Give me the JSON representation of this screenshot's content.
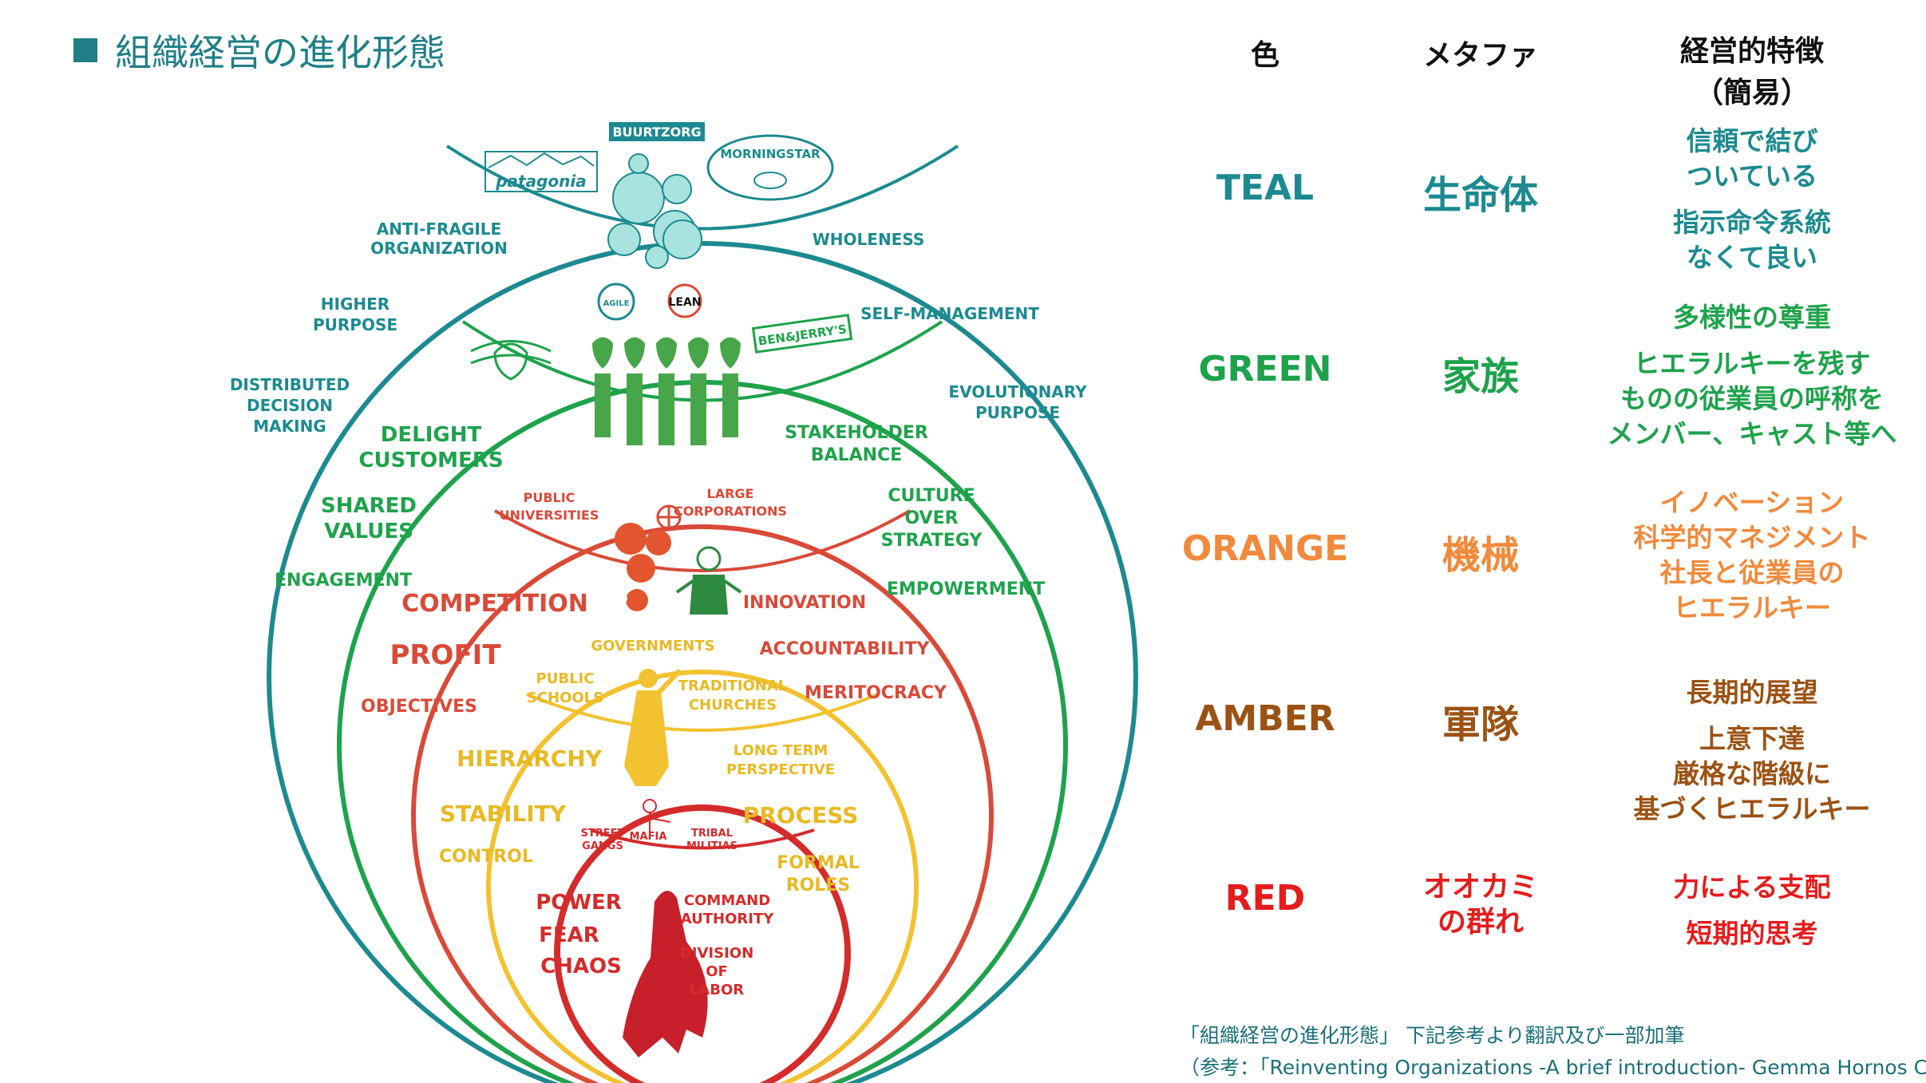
{
  "title": "組織経営の進化形態",
  "colors": {
    "teal": "#1c8a90",
    "green": "#1ea24c",
    "orange": "#f08a3c",
    "amber": "#9b5213",
    "red": "#e41c1c",
    "yellow": "#f2c230",
    "redcircle": "#d94a38"
  },
  "table": {
    "headers": {
      "color": "色",
      "metaphor": "メタファ",
      "features_line1": "経営的特徴",
      "features_line2": "（簡易）"
    },
    "rows": {
      "teal": {
        "name": "TEAL",
        "metaphor": "生命体",
        "f1": "信頼で結び",
        "f2": "ついている",
        "f3": "指示命令系統",
        "f4": "なくて良い"
      },
      "green": {
        "name": "GREEN",
        "metaphor": "家族",
        "f1": "多様性の尊重",
        "f2": "ヒエラルキーを残す",
        "f3": "ものの従業員の呼称を",
        "f4": "メンバー、キャスト等へ"
      },
      "orange": {
        "name": "ORANGE",
        "metaphor": "機械",
        "f1": "イノベーション",
        "f2": "科学的マネジメント",
        "f3": "社長と従業員の",
        "f4": "ヒエラルキー"
      },
      "amber": {
        "name": "AMBER",
        "metaphor": "軍隊",
        "f1": "長期的展望",
        "f2": "上意下達",
        "f3": "厳格な階級に",
        "f4": "基づくヒエラルキー"
      },
      "red": {
        "name": "RED",
        "metaphor1": "オオカミ",
        "metaphor2": "の群れ",
        "f1": "力による支配",
        "f2": "短期的思考"
      }
    }
  },
  "footnote": {
    "line1": "「組織経営の進化形態」 下記参考より翻訳及び一部加筆",
    "line2": "（参考：「Reinventing Organizations -A brief introduction- Gemma Hornos Cirera」）"
  },
  "diagram": {
    "logos": {
      "buurtzorg": "BUURTZORG",
      "patagonia": "patagonia",
      "morningstar": "MORNINGSTAR",
      "agile": "AGILE",
      "lean": "LEAN",
      "benjerrys": "BEN&JERRY'S"
    },
    "teal": {
      "anti_fragile1": "ANTI-FRAGILE",
      "anti_fragile2": "ORGANIZATION",
      "wholeness": "WHOLENESS",
      "higher1": "HIGHER",
      "higher2": "PURPOSE",
      "selfman": "SELF-MANAGEMENT",
      "dist1": "DISTRIBUTED",
      "dist2": "DECISION",
      "dist3": "MAKING",
      "evo1": "EVOLUTIONARY",
      "evo2": "PURPOSE"
    },
    "green": {
      "delight1": "DELIGHT",
      "delight2": "CUSTOMERS",
      "stake1": "STAKEHOLDER",
      "stake2": "BALANCE",
      "shared1": "SHARED",
      "shared2": "VALUES",
      "culture1": "CULTURE",
      "culture2": "OVER",
      "culture3": "STRATEGY",
      "engagement": "ENGAGEMENT",
      "empowerment": "EMPOWERMENT"
    },
    "orange": {
      "pubuni1": "PUBLIC",
      "pubuni2": "UNIVERSITIES",
      "large1": "LARGE",
      "large2": "CORPORATIONS",
      "competition": "COMPETITION",
      "innovation": "INNOVATION",
      "profit": "PROFIT",
      "accountability": "ACCOUNTABILITY",
      "objectives": "OBJECTIVES",
      "meritocracy": "MERITOCRACY"
    },
    "amber": {
      "governments": "GOVERNMENTS",
      "pubsch1": "PUBLIC",
      "pubsch2": "SCHOOLS",
      "trad1": "TRADITIONAL",
      "trad2": "CHURCHES",
      "hierarchy": "HIERARCHY",
      "long1": "LONG TERM",
      "long2": "PERSPECTIVE",
      "stability": "STABILITY",
      "process": "PROCESS",
      "control": "CONTROL",
      "formal1": "FORMAL",
      "formal2": "ROLES"
    },
    "red": {
      "street1": "STREET",
      "street2": "GANGS",
      "mafia": "MAFIA",
      "tribal1": "TRIBAL",
      "tribal2": "MILITIAS",
      "power": "POWER",
      "fear": "FEAR",
      "chaos": "CHAOS",
      "command1": "COMMAND",
      "command2": "AUTHORITY",
      "division1": "DIVISION",
      "division2": "OF",
      "division3": "LABOR"
    }
  }
}
